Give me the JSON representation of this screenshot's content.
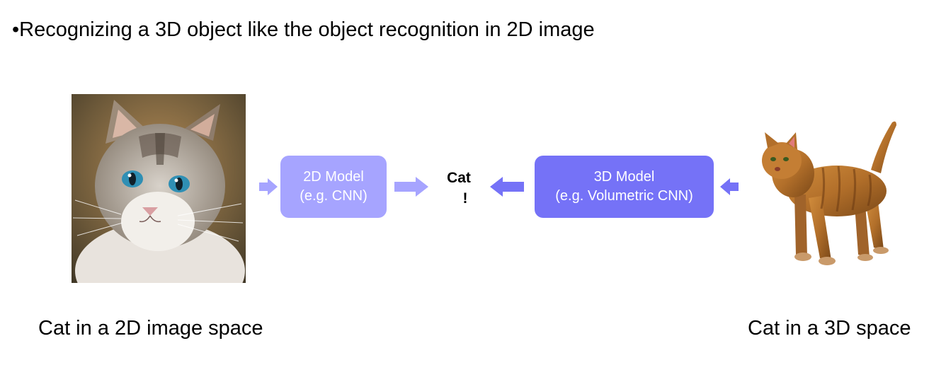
{
  "heading": "•Recognizing a 3D object like the object recognition in 2D image",
  "model_2d": {
    "line1": "2D Model",
    "line2": "(e.g. CNN)",
    "color": "#a6a4ff"
  },
  "model_3d": {
    "line1": "3D Model",
    "line2": "(e.g. Volumetric CNN)",
    "color": "#7572f7"
  },
  "result": {
    "line1": "Cat",
    "line2": "!"
  },
  "captions": {
    "left": "Cat in a 2D image space",
    "right": "Cat in a 3D space"
  },
  "arrows": {
    "light_color": "#a6a4ff",
    "dark_color": "#7572f7"
  }
}
